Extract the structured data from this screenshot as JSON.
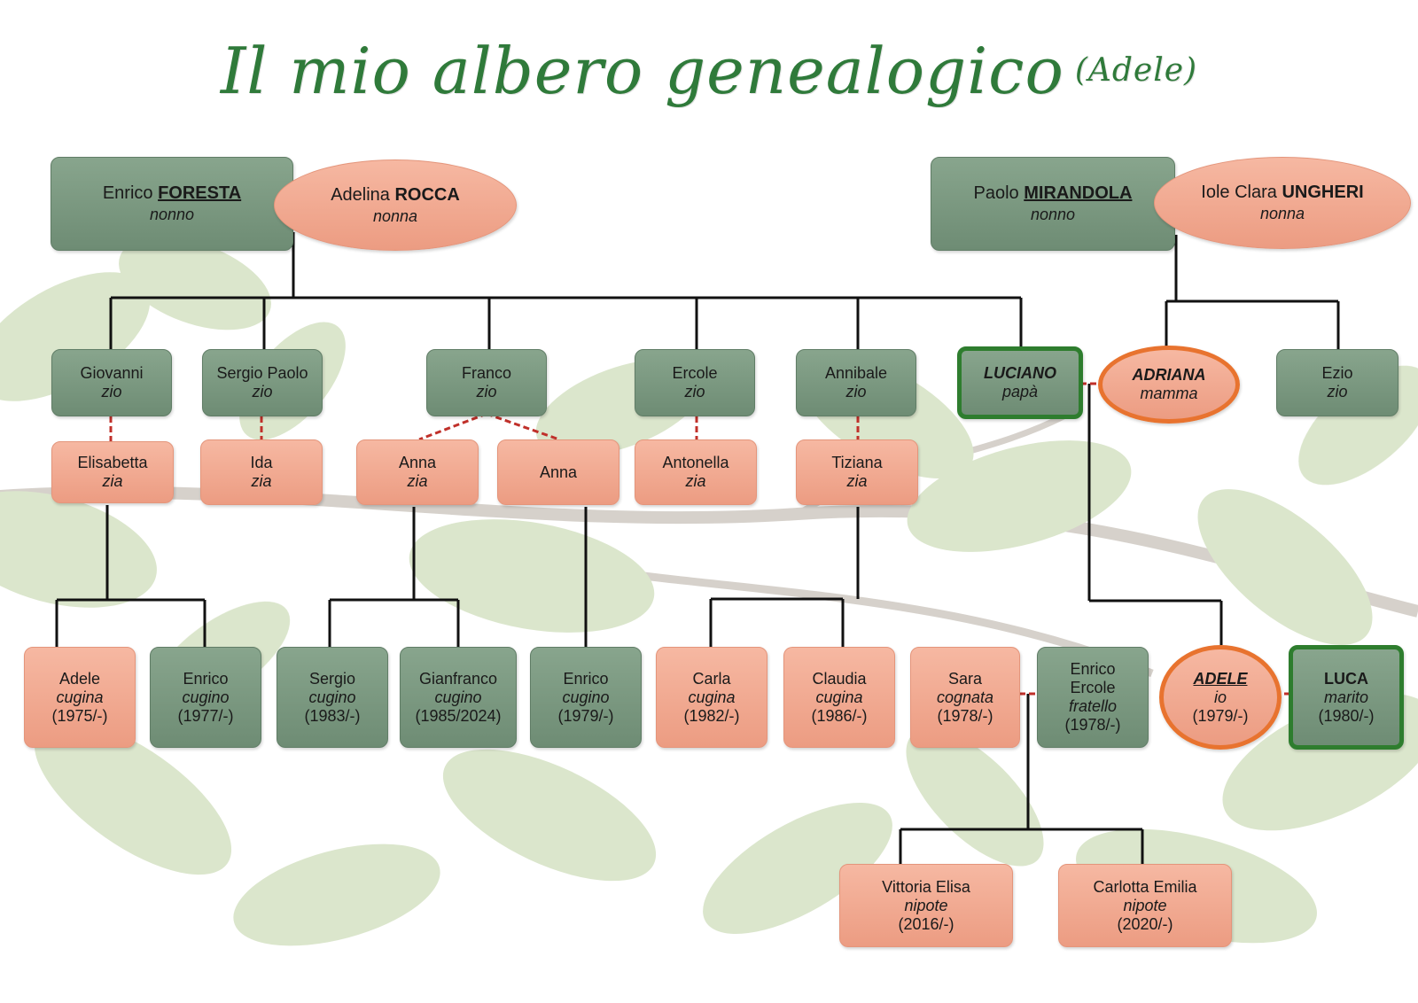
{
  "title": {
    "main": "Il mio albero genealogico",
    "sub": "(Adele)"
  },
  "colors": {
    "green_node": "#7a967f",
    "salmon_node": "#f1a88f",
    "highlight_green": "#2e7d2e",
    "highlight_orange": "#e8732f",
    "title_green": "#2f7a3a",
    "spouse_link": "#c0302a"
  },
  "grandparents_paternal": {
    "nonno": {
      "first": "Enrico",
      "last": "FORESTA",
      "role": "nonno"
    },
    "nonna": {
      "first": "Adelina",
      "last": "ROCCA",
      "role": "nonna"
    }
  },
  "grandparents_maternal": {
    "nonno": {
      "first": "Paolo",
      "last": "MIRANDOLA",
      "role": "nonno"
    },
    "nonna": {
      "first": "Iole Clara",
      "last": "UNGHERI",
      "role": "nonna"
    }
  },
  "uncles": [
    {
      "name": "Giovanni",
      "role": "zio"
    },
    {
      "name": "Sergio Paolo",
      "role": "zio"
    },
    {
      "name": "Franco",
      "role": "zio"
    },
    {
      "name": "Ercole",
      "role": "zio"
    },
    {
      "name": "Annibale",
      "role": "zio"
    },
    {
      "name": "Ezio",
      "role": "zio"
    }
  ],
  "parents": {
    "father": {
      "name": "LUCIANO",
      "role": "papà"
    },
    "mother": {
      "name": "ADRIANA",
      "role": "mamma"
    }
  },
  "aunts": [
    {
      "name": "Elisabetta",
      "role": "zia"
    },
    {
      "name": "Ida",
      "role": "zia"
    },
    {
      "name": "Anna",
      "role": "zia"
    },
    {
      "name": "Anna",
      "role": ""
    },
    {
      "name": "Antonella",
      "role": "zia"
    },
    {
      "name": "Tiziana",
      "role": "zia"
    }
  ],
  "cousins": [
    {
      "name": "Adele",
      "role": "cugina",
      "years": "(1975/-)"
    },
    {
      "name": "Enrico",
      "role": "cugino",
      "years": "(1977/-)"
    },
    {
      "name": "Sergio",
      "role": "cugino",
      "years": "(1983/-)"
    },
    {
      "name": "Gianfranco",
      "role": "cugino",
      "years": "(1985/2024)"
    },
    {
      "name": "Enrico",
      "role": "cugino",
      "years": "(1979/-)"
    },
    {
      "name": "Carla",
      "role": "cugina",
      "years": "(1982/-)"
    },
    {
      "name": "Claudia",
      "role": "cugina",
      "years": "(1986/-)"
    }
  ],
  "family": {
    "sara": {
      "name": "Sara",
      "role": "cognata",
      "years": "(1978/-)"
    },
    "brother": {
      "name1": "Enrico",
      "name2": "Ercole",
      "role": "fratello",
      "years": "(1978/-)"
    },
    "self": {
      "name": "ADELE",
      "role": "io",
      "years": "(1979/-)"
    },
    "husband": {
      "name": "LUCA",
      "role": "marito",
      "years": "(1980/-)"
    }
  },
  "nieces": [
    {
      "name": "Vittoria Elisa",
      "role": "nipote",
      "years": "(2016/-)"
    },
    {
      "name": "Carlotta Emilia",
      "role": "nipote",
      "years": "(2020/-)"
    }
  ]
}
